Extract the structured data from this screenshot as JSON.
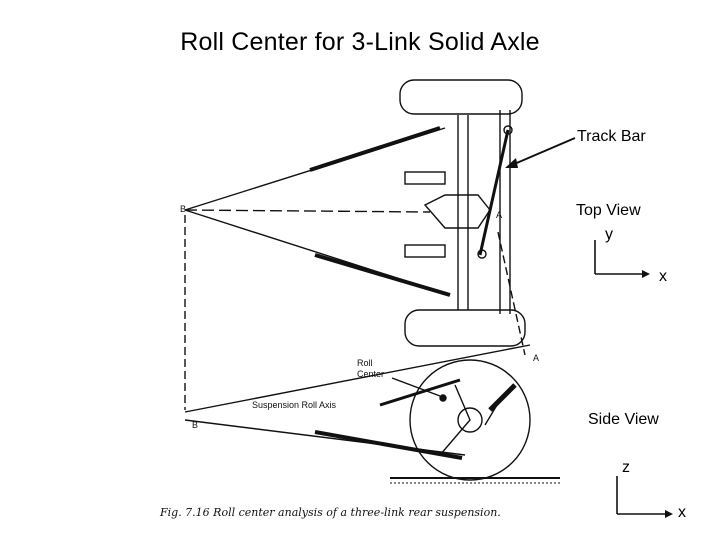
{
  "title": "Roll Center for 3-Link Solid Axle",
  "labels": {
    "track_bar": "Track Bar",
    "top_view": "Top View",
    "side_view": "Side View"
  },
  "top_axes": {
    "vertical": "y",
    "horizontal": "x"
  },
  "side_axes": {
    "vertical": "z",
    "horizontal": "x"
  },
  "figure": {
    "caption": "Fig. 7.16  Roll center analysis of a three-link rear suspension.",
    "point_b": "B",
    "point_a": "A",
    "point_b2": "B",
    "point_a2": "A",
    "roll_center_1": "Roll",
    "roll_center_2": "Center",
    "roll_axis": "Suspension Roll Axis"
  }
}
